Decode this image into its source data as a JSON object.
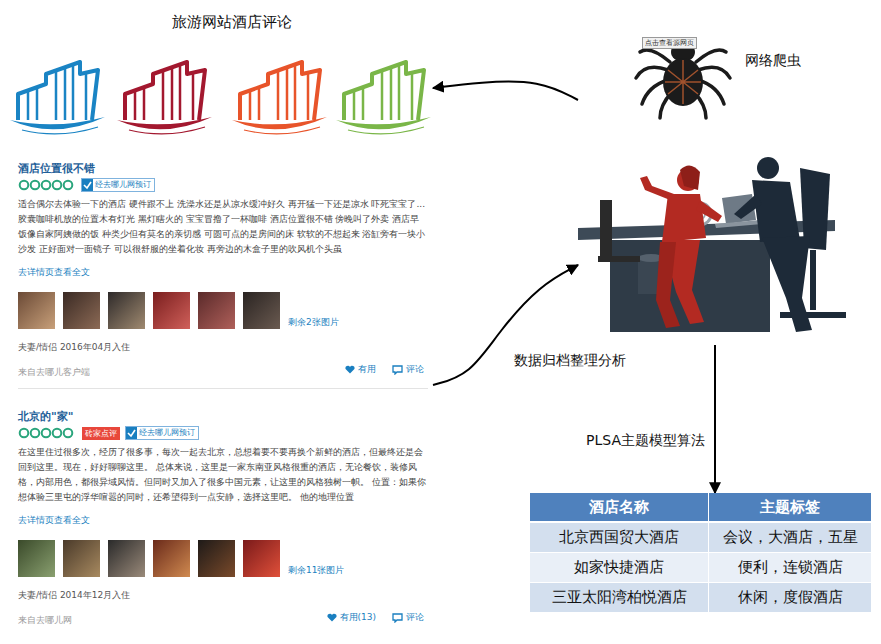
{
  "diagram": {
    "nodes": [
      {
        "text": [
          "旅游网站酒店评论"
        ]
      },
      {
        "text": [
          "酒店位置很不错",
          "经去哪儿网预订",
          "适合偶尔去体验一下的酒店 硬件跟不上 洗澡水还是从凉水缓冲好久 再开猛一下还是凉水 吓死宝宝了... 胶囊咖啡机放的位置木有灯光 黑灯瞎火的 宝宝冒撸了一杯咖啡 酒店位置很不错 傍晚叫了外卖 酒店早饭像自家阿姨做的饭 种类少但有莫名的亲切感 可圆可点的是房间的床 软软的不想起来 浴缸旁有一块小沙发 正好面对一面镜子 可以很舒服的坐着化妆 再旁边的木盒子里的吹风机个头虽",
          "去详情页查看全文",
          "剩余2张图片",
          "夫妻/情侣 2016年04月入住",
          "来自去哪儿客户端",
          "有用",
          "评论"
        ],
        "in": 0
      },
      {
        "text": [
          "北京的\"家\"",
          "砖家点评",
          "经去哪儿网预订",
          "在这里住过很多次，经历了很多事，每次一起去北京，总想着要不要再换个新鲜的酒店，但最终还是会回到这里。现在，好好聊聊这里。 总体来说，这里是一家东南亚风格很重的酒店，无论餐饮，装修风格，内部用色，都很异域风情。但同时又加入了很多中国元素，让这里的风格独树一帜。 位置：如果你想体验三里屯的浮华喧嚣的同时，还希望得到一点安静，选择这里吧。 他的地理位置",
          "去详情页查看全文",
          "剩余11张图片",
          "夫妻/情侣 2014年12月入住",
          "来自去哪儿网",
          "有用(13)",
          "评论"
        ],
        "in": 0
      },
      {
        "text": [
          "网络爬虫"
        ]
      },
      {
        "text": [
          "酒店名称",
          "主题标签",
          "北京西国贸大酒店",
          "会议，大酒店，五星",
          "如家快捷酒店",
          "便利，连锁酒店",
          "三亚太阳湾柏悦酒店",
          "休闲，度假酒店"
        ]
      }
    ],
    "edges": [
      {
        "from": 3,
        "to": 0,
        "arrow": "to"
      },
      {
        "from": 0,
        "to": 3,
        "label": "数据归档整理分析",
        "arrow": "to"
      },
      {
        "from": 3,
        "to": 4,
        "label": "PLSA主题模型算法",
        "arrow": "to"
      }
    ],
    "labels": [
      "点击查看源网页"
    ]
  }
}
